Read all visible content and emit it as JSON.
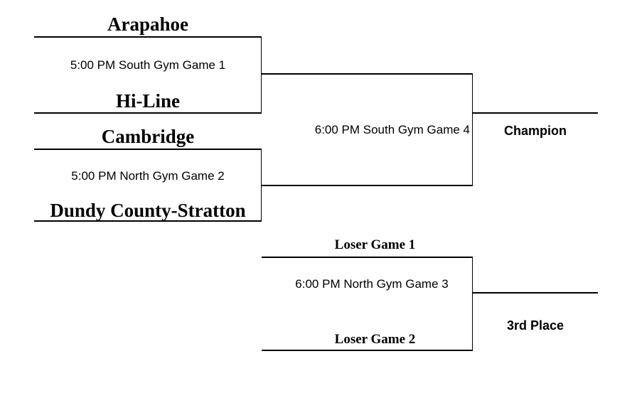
{
  "bracket": {
    "semifinal_1": {
      "team_top": "Arapahoe",
      "info": "5:00 PM South Gym Game 1",
      "team_bottom": "Hi-Line"
    },
    "semifinal_2": {
      "team_top": "Cambridge",
      "info": "5:00 PM North Gym Game 2",
      "team_bottom": "Dundy County-Stratton"
    },
    "final": {
      "info": "6:00 PM South Gym Game 4",
      "result_label": "Champion"
    },
    "consolation": {
      "team_top": "Loser Game 1",
      "info": "6:00 PM North Gym Game 3",
      "team_bottom": "Loser Game 2",
      "result_label": "3rd Place"
    },
    "colors": {
      "background": "#ffffff",
      "line": "#000000",
      "text": "#000000"
    }
  }
}
